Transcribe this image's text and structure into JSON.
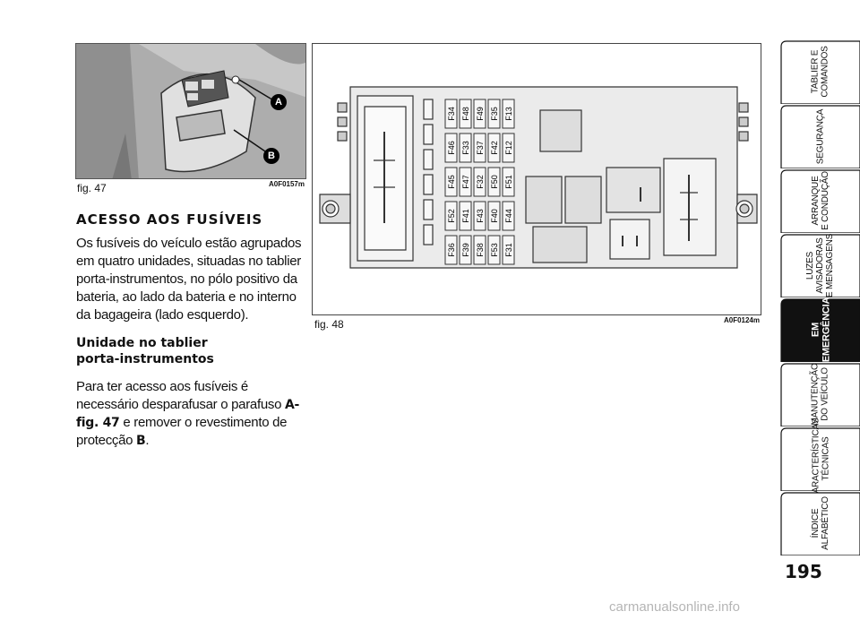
{
  "figures": {
    "fig47": {
      "caption": "fig. 47",
      "code": "A0F0157m",
      "callouts": [
        "A",
        "B"
      ]
    },
    "fig48": {
      "caption": "fig. 48",
      "code": "A0F0124m"
    }
  },
  "article": {
    "section_title": "ACESSO AOS FUSÍVEIS",
    "paragraph1": "Os fusíveis do veículo estão agrupados em quatro unidades, situadas no tablier porta-instrumentos, no pólo positivo da bateria, ao lado da bateria e no interno da bagageira (lado esquerdo).",
    "subheading_line1": "Unidade no tablier",
    "subheading_line2": "porta-instrumentos",
    "paragraph2_start": "Para ter acesso aos fusíveis é necessário desparafusar o parafuso ",
    "paragraph2_ref1": "A-fig. 47",
    "paragraph2_mid": " e remover o revestimento de protecção ",
    "paragraph2_ref2": "B",
    "paragraph2_end": "."
  },
  "fuse_columns": [
    [
      "F34",
      "F46",
      "F45",
      "F52",
      "F36"
    ],
    [
      "F48",
      "F33",
      "F47",
      "F41",
      "F39"
    ],
    [
      "F49",
      "F37",
      "F32",
      "F43",
      "F38"
    ],
    [
      "F35",
      "F42",
      "F50",
      "F40",
      "F53"
    ],
    [
      "F13",
      "F12",
      "F51",
      "F44",
      "F31"
    ]
  ],
  "tabs": [
    {
      "label": "TABLIER E\nCOMANDOS",
      "active": false
    },
    {
      "label": "SEGURANÇA",
      "active": false
    },
    {
      "label": "ARRANQUE\nE CONDUÇÃO",
      "active": false
    },
    {
      "label": "LUZES\nAVISADORAS\nE MENSAGENS",
      "active": false
    },
    {
      "label": "EM\nEMERGÊNCIA",
      "active": true
    },
    {
      "label": "MANUTENÇÃO\nDO VEÍCULO",
      "active": false
    },
    {
      "label": "CARACTERÍSTICAS\nTÉCNICAS",
      "active": false
    },
    {
      "label": "ÍNDICE\nALFABÉTICO",
      "active": false
    }
  ],
  "page_number": "195",
  "watermark": "carmanualsonline.info"
}
